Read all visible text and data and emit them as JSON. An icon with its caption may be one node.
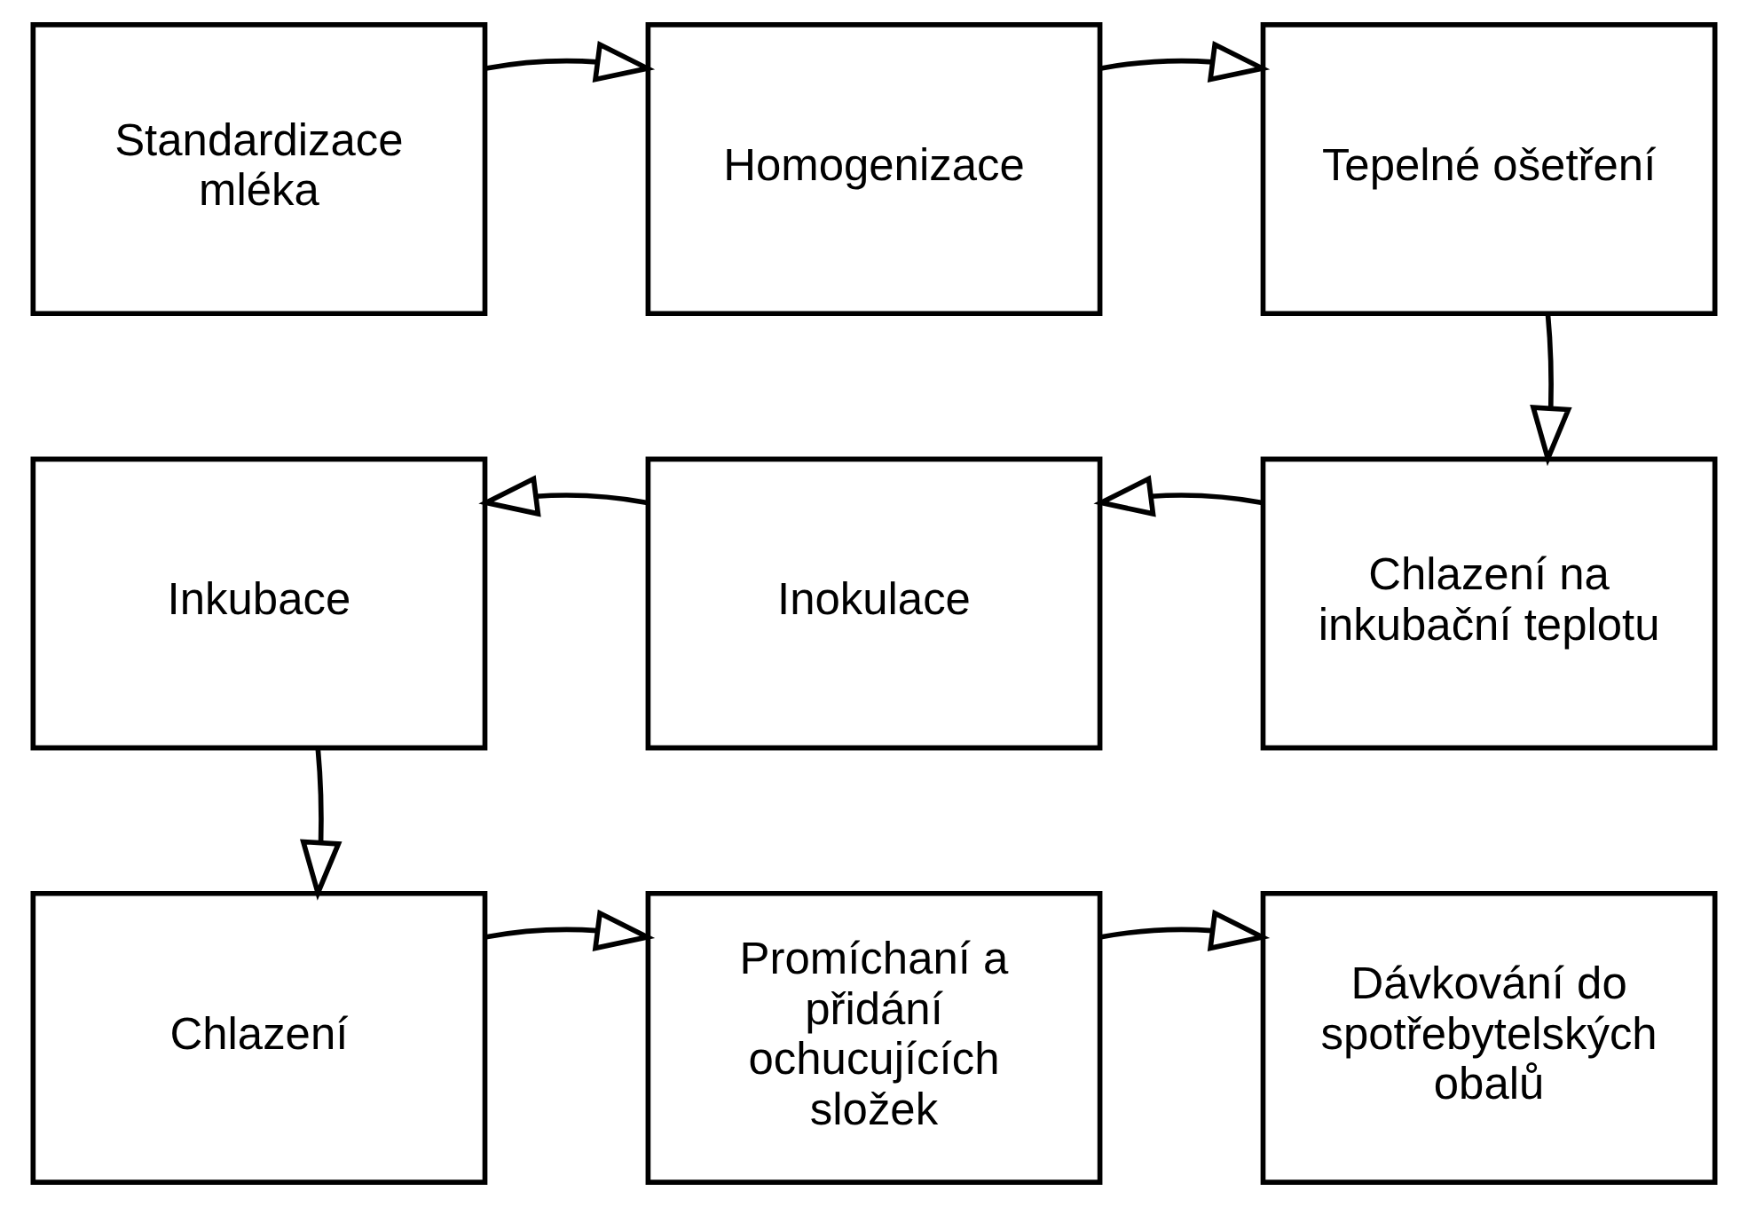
{
  "diagram": {
    "nodes": [
      {
        "text": [
          "Standardizace mléka"
        ]
      },
      {
        "text": [
          "Homogenizace"
        ]
      },
      {
        "text": [
          "Tepelné ošetření"
        ]
      },
      {
        "text": [
          "Inkubace"
        ]
      },
      {
        "text": [
          "Inokulace"
        ]
      },
      {
        "text": [
          "Chlazení na inkubační teplotu"
        ]
      },
      {
        "text": [
          "Chlazení"
        ]
      },
      {
        "text": [
          "Promíchaní a přidání ochucujících složek"
        ]
      },
      {
        "text": [
          "Dávkování do spotřebytelských obalů"
        ]
      }
    ],
    "edges": [
      {
        "from": 0,
        "to": 1,
        "arrow": "to"
      },
      {
        "from": 1,
        "to": 2,
        "arrow": "to"
      },
      {
        "from": 2,
        "to": 5,
        "arrow": "to"
      },
      {
        "from": 5,
        "to": 4,
        "arrow": "to"
      },
      {
        "from": 4,
        "to": 3,
        "arrow": "to"
      },
      {
        "from": 3,
        "to": 6,
        "arrow": "to"
      },
      {
        "from": 6,
        "to": 7,
        "arrow": "to"
      },
      {
        "from": 7,
        "to": 8,
        "arrow": "to"
      }
    ]
  }
}
